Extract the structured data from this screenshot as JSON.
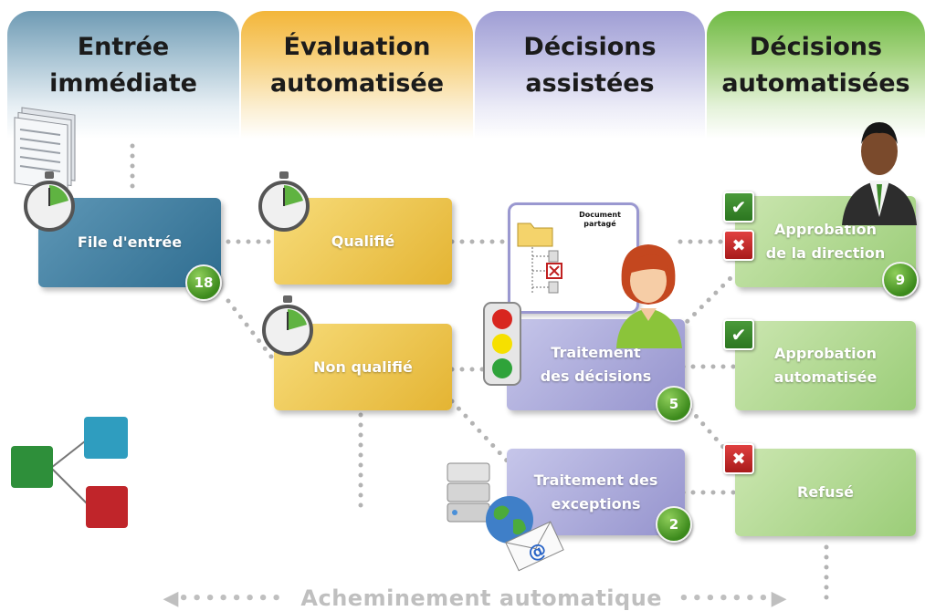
{
  "columns": [
    {
      "title_line1": "Entrée",
      "title_line2": "immédiate"
    },
    {
      "title_line1": "Évaluation",
      "title_line2": "automatisée"
    },
    {
      "title_line1": "Décisions",
      "title_line2": "assistées"
    },
    {
      "title_line1": "Décisions",
      "title_line2": "automatisées"
    }
  ],
  "nodes": {
    "file_entree": {
      "label": "File d'entrée",
      "count": "18"
    },
    "qualifie": {
      "label": "Qualifié"
    },
    "non_qualifie": {
      "label": "Non qualifié"
    },
    "traitement_decisions": {
      "line1": "Traitement",
      "line2": "des décisions",
      "count": "5"
    },
    "traitement_exceptions": {
      "line1": "Traitement des",
      "line2": "exceptions",
      "count": "2"
    },
    "approbation_direction": {
      "line1": "Approbation",
      "line2": "de la direction",
      "count": "9"
    },
    "approbation_auto": {
      "line1": "Approbation",
      "line2": "automatisée"
    },
    "refuse": {
      "label": "Refusé"
    }
  },
  "document_icon_text": {
    "line1": "Document",
    "line2": "partagé"
  },
  "footer": {
    "label": "Acheminement automatique"
  },
  "colors": {
    "blue": "#2f6d90",
    "yellow": "#e4b433",
    "purple": "#9593cd",
    "green": "#9bcd78",
    "badge": "#3c8a1c"
  }
}
